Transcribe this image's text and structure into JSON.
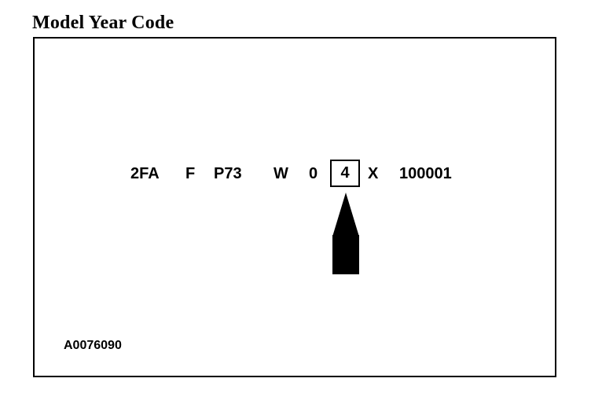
{
  "title": "Model Year Code",
  "vin_segments": [
    "2FA",
    "F",
    "P73",
    "W",
    "0",
    "4",
    "X",
    "100001"
  ],
  "highlighted_segment": "4",
  "figure_id": "A0076090",
  "colors": {
    "foreground": "#000000",
    "background": "#ffffff"
  },
  "icons": {
    "pointer": "up-arrow-icon"
  }
}
